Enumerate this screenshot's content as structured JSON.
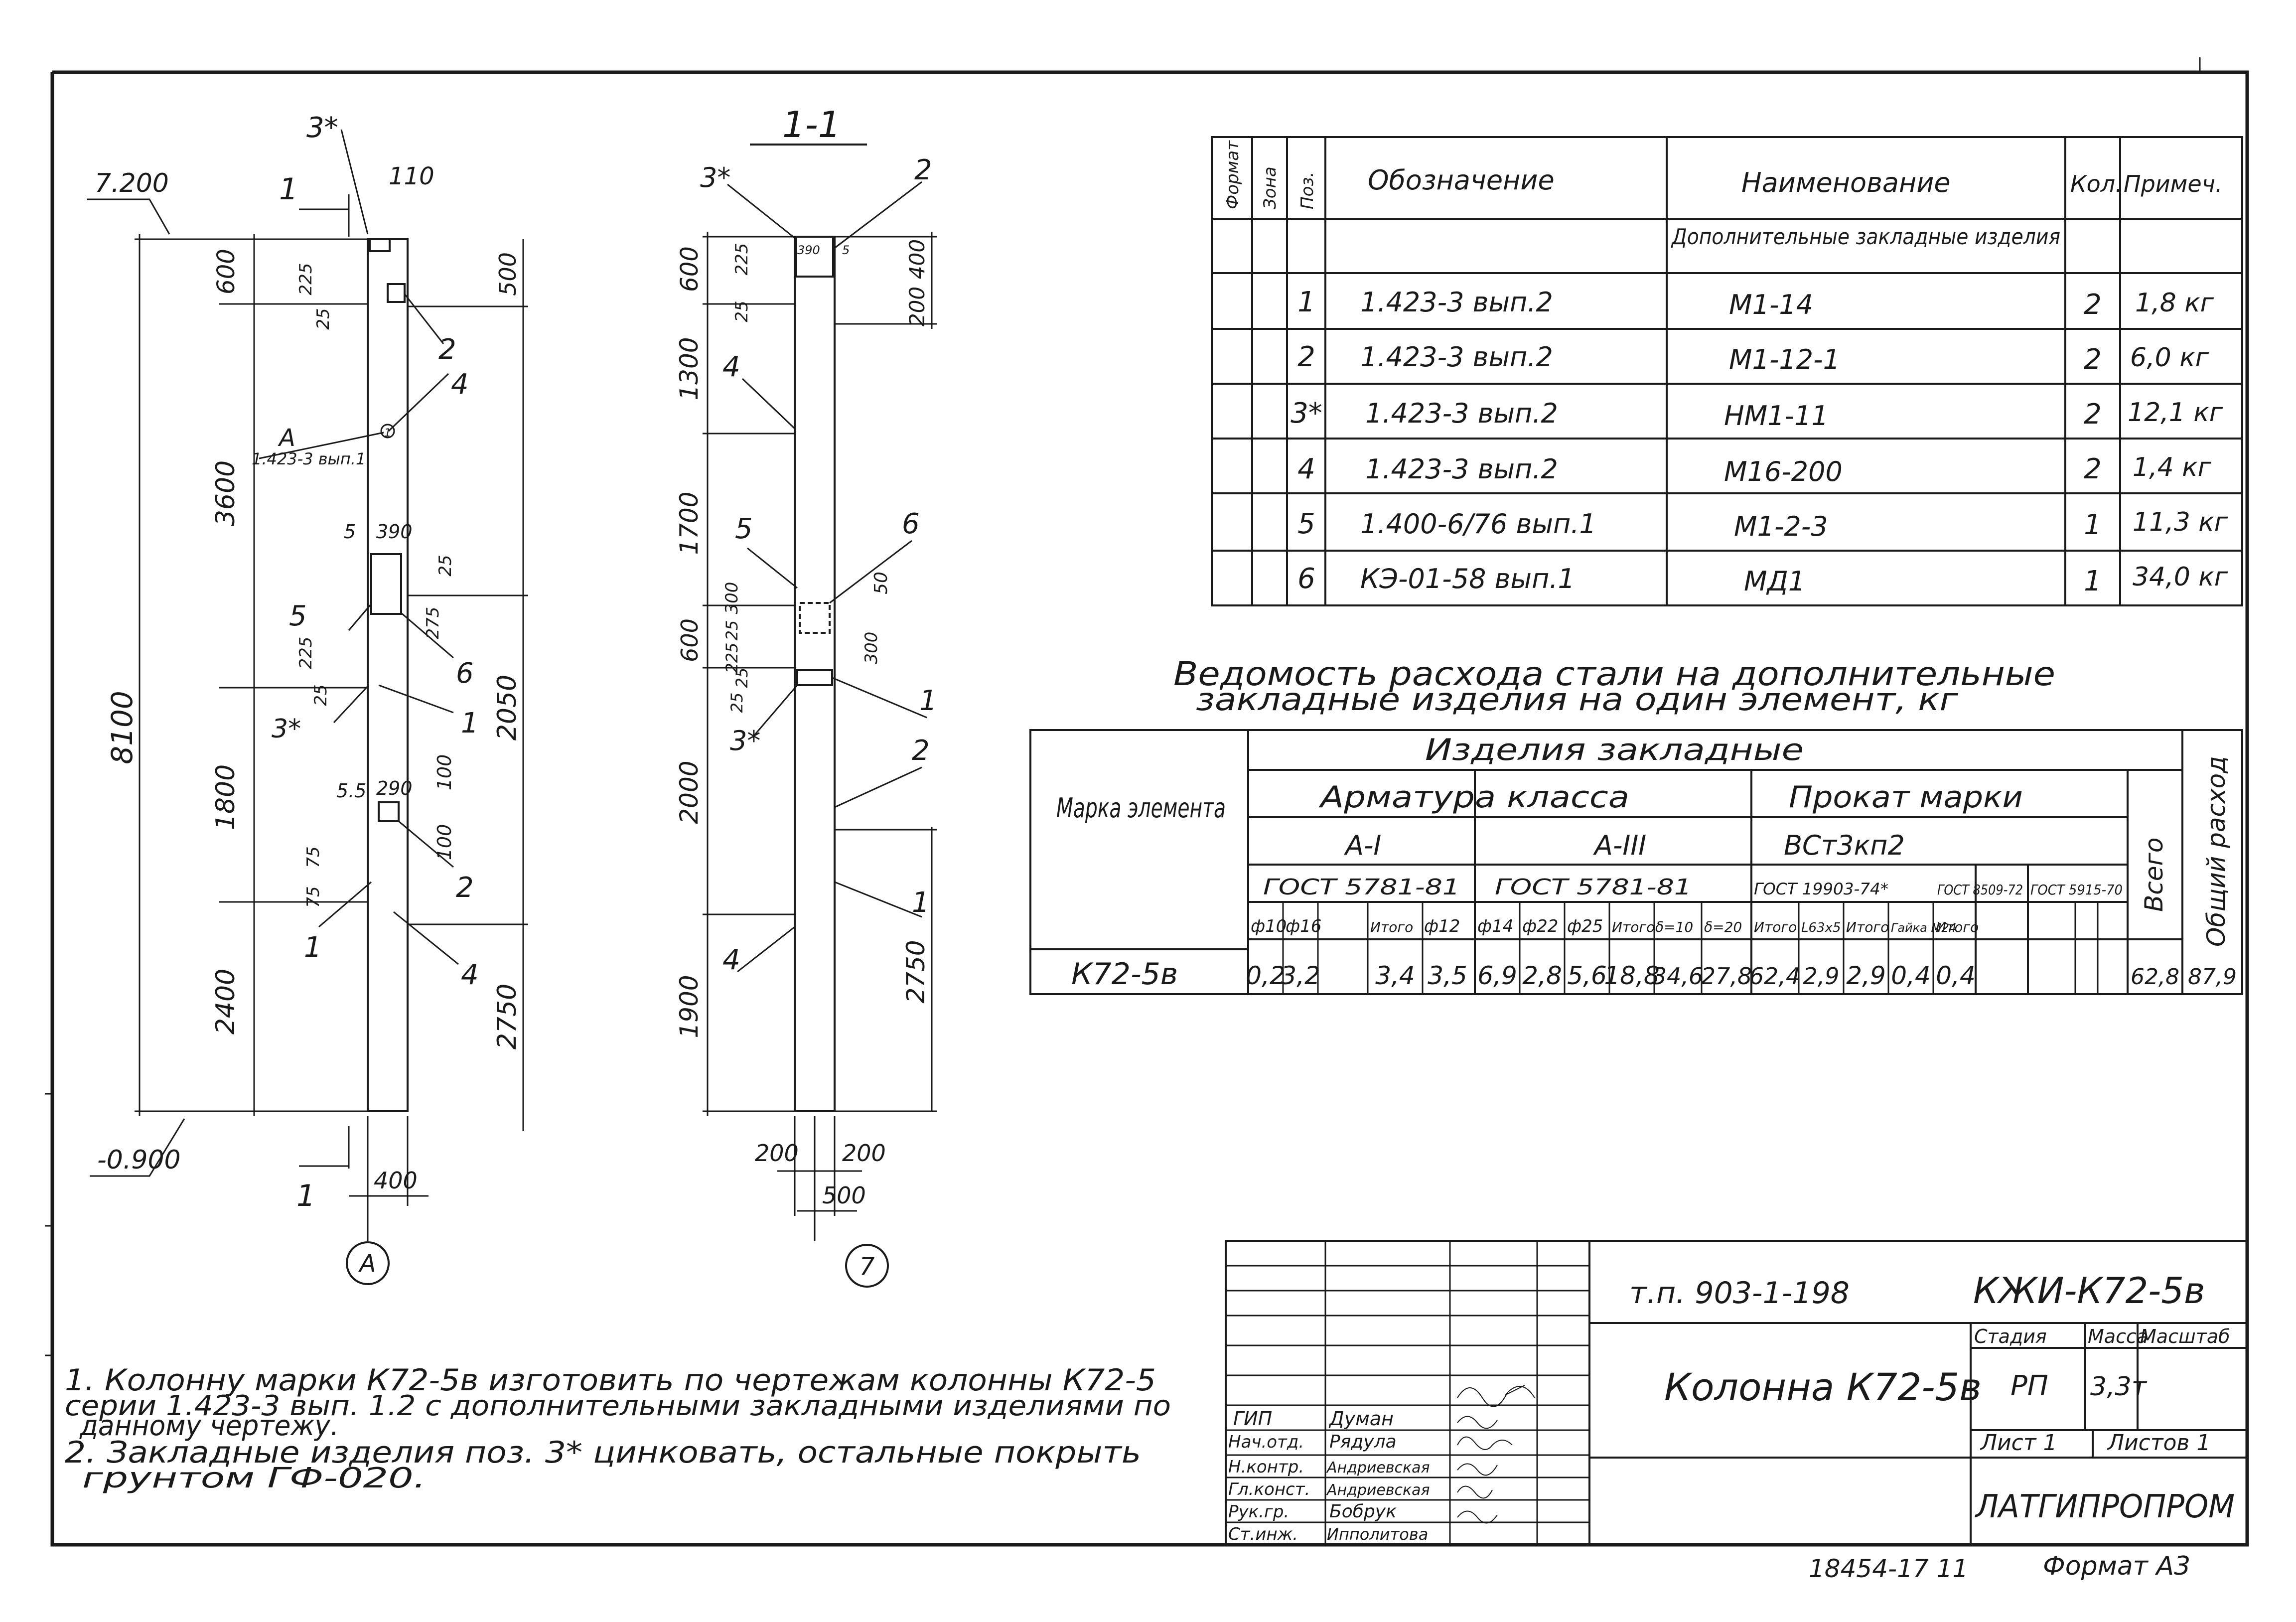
{
  "elevation": {
    "elev_top": "7.200",
    "elev_bottom": "-0.900",
    "section_mark": "1",
    "axis": "А",
    "width_dim": "400",
    "top_offset": "110",
    "dims_left": [
      "600",
      "3600",
      "1800",
      "2400"
    ],
    "dim_total": "8100",
    "dims_right": [
      "500",
      "2050",
      "2750"
    ],
    "small_dims": [
      "225",
      "25",
      "390",
      "5",
      "25",
      "275",
      "225",
      "25",
      "5.5",
      "290",
      "100",
      "100",
      "75",
      "75"
    ],
    "pos_labels": [
      "3*",
      "2",
      "4",
      "5",
      "6",
      "3*",
      "1",
      "2",
      "1",
      "4"
    ],
    "node_ref_letter": "А",
    "node_ref_text": "1.423-3 вып.1",
    "node_ref_circle": "1"
  },
  "section": {
    "title": "1-1",
    "axis": "7",
    "dims_left": [
      "600",
      "1300",
      "1700",
      "600",
      "2000",
      "1900"
    ],
    "small_left": [
      "225",
      "25",
      "300",
      "25",
      "225",
      "25",
      "25"
    ],
    "dims_right_top": [
      "400",
      "200"
    ],
    "small_right": [
      "390",
      "5",
      "50",
      "300"
    ],
    "dim_right_bottom": "2750",
    "bottom_dims": [
      "200",
      "200",
      "500"
    ],
    "pos_labels": [
      "3*",
      "2",
      "4",
      "5",
      "6",
      "1",
      "3*",
      "2",
      "1",
      "4"
    ]
  },
  "spec_table": {
    "headers": [
      "Формат",
      "Зона",
      "Поз.",
      "Обозначение",
      "Наименование",
      "Кол.",
      "Примеч."
    ],
    "group_title": "Дополнительные закладные изделия",
    "rows": [
      {
        "pos": "1",
        "designation": "1.423-3 вып.2",
        "name": "М1-14",
        "qty": "2",
        "note": "1,8 кг"
      },
      {
        "pos": "2",
        "designation": "1.423-3 вып.2",
        "name": "М1-12-1",
        "qty": "2",
        "note": "6,0 кг"
      },
      {
        "pos": "3*",
        "designation": "1.423-3 вып.2",
        "name": "НМ1-11",
        "qty": "2",
        "note": "12,1 кг"
      },
      {
        "pos": "4",
        "designation": "1.423-3 вып.2",
        "name": "М16-200",
        "qty": "2",
        "note": "1,4 кг"
      },
      {
        "pos": "5",
        "designation": "1.400-6/76 вып.1",
        "name": "М1-2-3",
        "qty": "1",
        "note": "11,3 кг"
      },
      {
        "pos": "6",
        "designation": "КЭ-01-58 вып.1",
        "name": "МД1",
        "qty": "1",
        "note": "34,0 кг"
      }
    ]
  },
  "steel_table": {
    "title_line1": "Ведомость расхода стали на дополнительные",
    "title_line2": "закладные изделия на один элемент, кг",
    "h_mark": "Марка элемента",
    "h_items": "Изделия закладные",
    "h_rebar": "Арматура класса",
    "h_rolled": "Прокат марки",
    "h_total": "Всего",
    "h_overall": "Общий расход",
    "h_a1": "А-I",
    "h_a3": "А-III",
    "h_vst": "ВСт3кп2",
    "h_gost1": "ГОСТ 5781-81",
    "h_gost2": "ГОСТ 5781-81",
    "h_gost3": "ГОСТ 19903-74*",
    "h_gost4": "ГОСТ 8509-72",
    "h_gost5": "ГОСТ 5915-70",
    "cols": [
      "ф10",
      "ф16",
      "Итого",
      "ф12",
      "ф14",
      "ф22",
      "ф25",
      "Итого",
      "δ=10",
      "δ=20",
      "Итого",
      "L63х5",
      "Итого",
      "Гайка М24",
      "Итого"
    ],
    "row_mark": "К72-5в",
    "values": [
      "0,2",
      "3,2",
      "",
      "3,4",
      "3,5",
      "6,9",
      "2,8",
      "5,6",
      "18,8",
      "34,6",
      "27,8",
      "62,4",
      "2,9",
      "2,9",
      "0,4",
      "0,4",
      "62,8",
      "87,9"
    ]
  },
  "notes": [
    "1. Колонну марки К72-5в изготовить по чертежам колонны К72-5",
    "серии 1.423-3 вып. 1.2 с дополнительными закладными изделиями по",
    "данному чертежу.",
    "2. Закладные изделия поз. 3* цинковать, остальные покрыть",
    "грунтом ГФ-020."
  ],
  "title_block": {
    "project": "т.п. 903-1-198",
    "code": "КЖИ-К72-5в",
    "name": "Колонна К72-5в",
    "stage_label": "Стадия",
    "mass_label": "Масса",
    "scale_label": "Масштаб",
    "stage": "РП",
    "mass": "3,3т",
    "sheet": "Лист 1",
    "sheets": "Листов 1",
    "org": "ЛАТГИПРОПРОМ",
    "roles": [
      "ГИП",
      "Нач.отд.",
      "Н.контр.",
      "Гл.конст.",
      "Рук.гр.",
      "Ст.инж."
    ],
    "names": [
      "Думан",
      "Рядула",
      "Андриевская",
      "Андриевская",
      "Бобрук",
      "Ипполитова"
    ]
  },
  "footer": {
    "number": "18454-17 11",
    "format": "Формат А3"
  }
}
